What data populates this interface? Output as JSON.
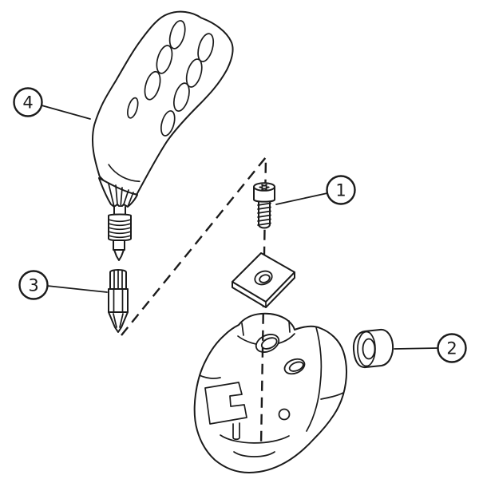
{
  "diagram": {
    "background": "#ffffff",
    "line_color": "#1b1b1b",
    "callouts": [
      {
        "number": "1"
      },
      {
        "number": "2"
      },
      {
        "number": "3"
      },
      {
        "number": "4"
      }
    ]
  }
}
